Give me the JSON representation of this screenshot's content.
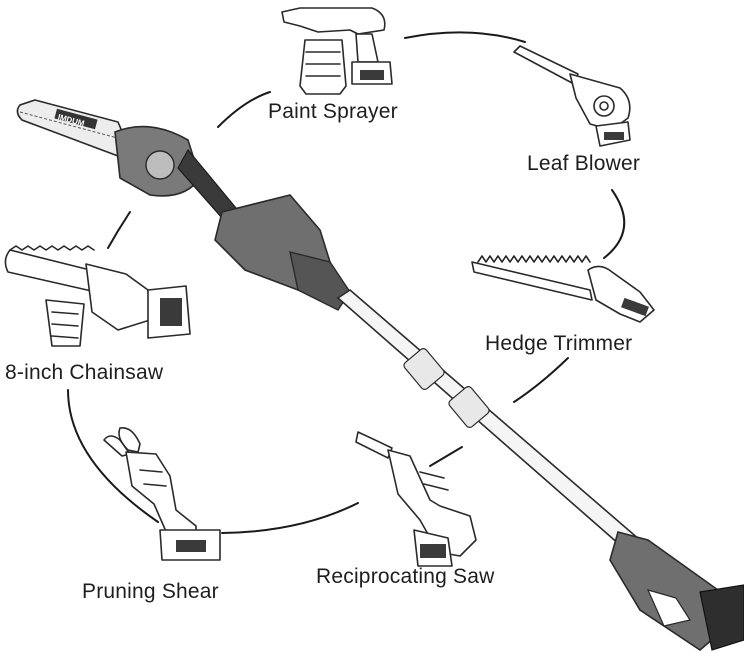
{
  "labels": {
    "paint_sprayer": "Paint Sprayer",
    "leaf_blower": "Leaf Blower",
    "hedge_trimmer": "Hedge Trimmer",
    "reciprocating_saw": "Reciprocating Saw",
    "pruning_shear": "Pruning Shear",
    "chainsaw": "8-inch Chainsaw"
  },
  "brand_on_bar": "IMDUM",
  "colors": {
    "body_gray": "#6f6f6f",
    "dark_gray": "#3a3a3a",
    "line": "#2a2a2a",
    "background": "#ffffff"
  }
}
